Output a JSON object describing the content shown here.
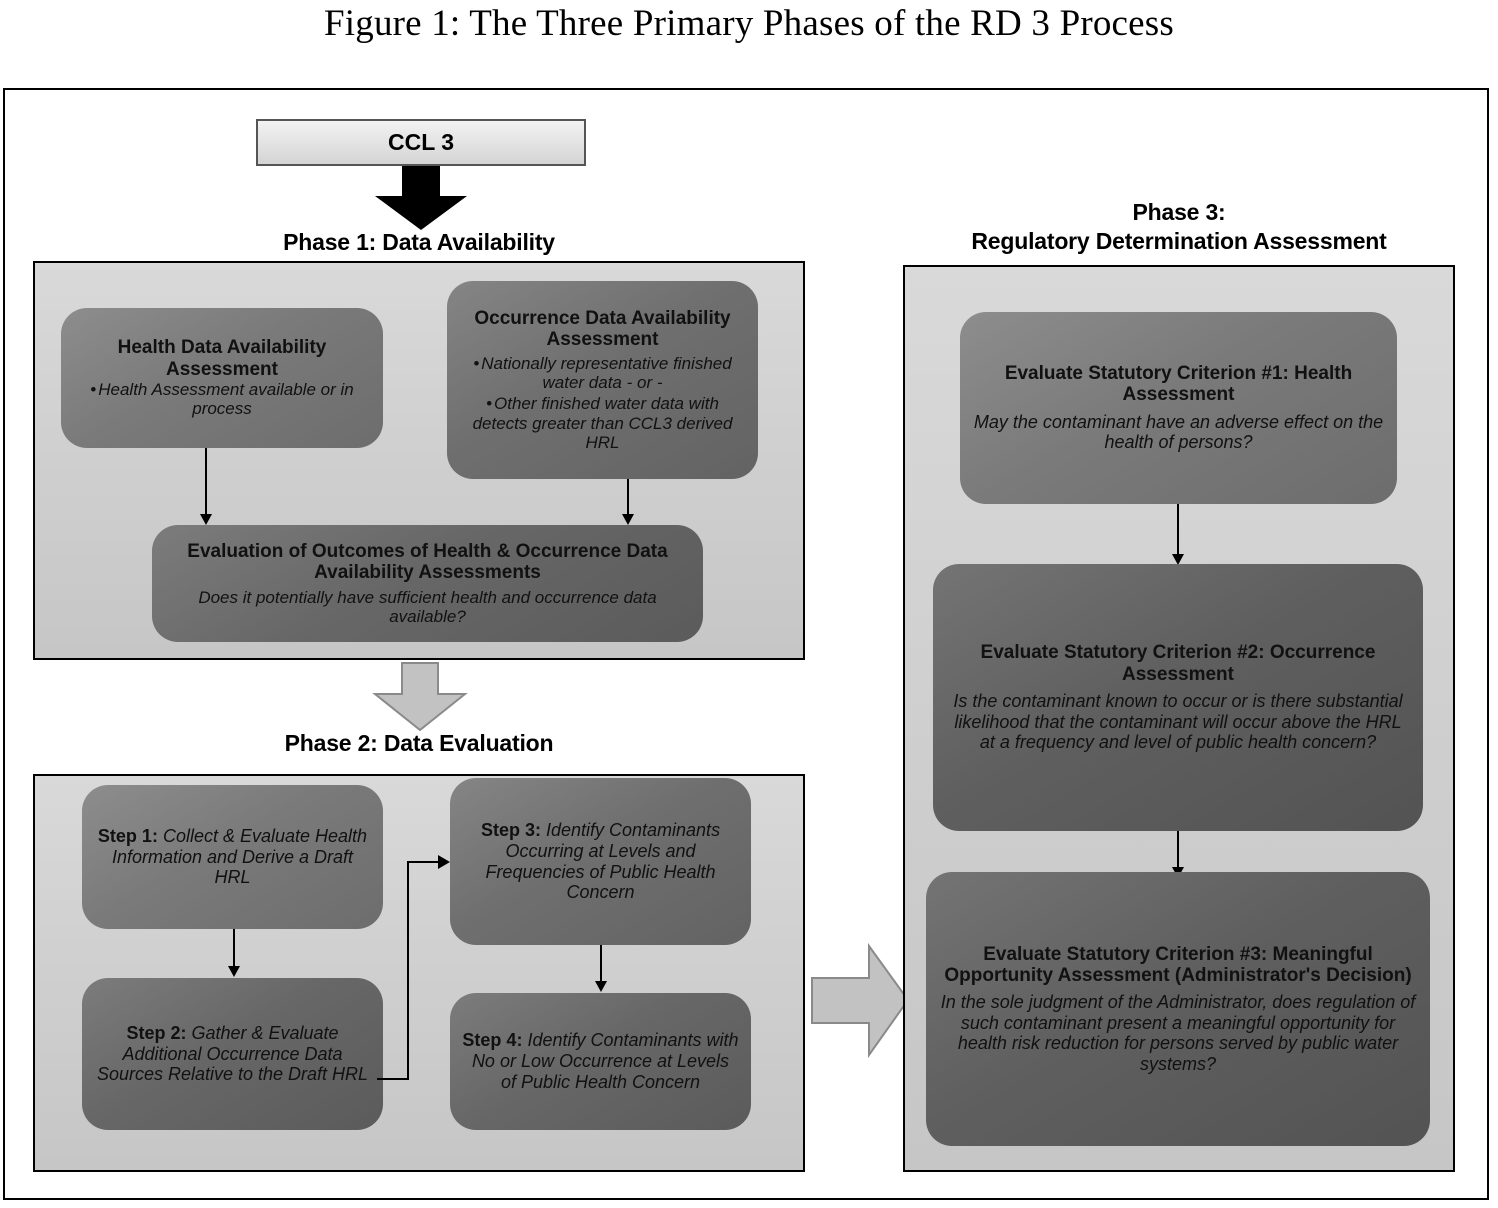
{
  "figure": {
    "title": "Figure 1: The Three Primary Phases of the RD 3 Process"
  },
  "start_node": {
    "label": "CCL 3"
  },
  "phases": [
    {
      "id": "phase1",
      "caption": "Phase 1: Data Availability",
      "nodes": [
        {
          "id": "health-data-availability",
          "heading": "Health Data Availability Assessment",
          "bullets": [
            "Health Assessment available or in process"
          ]
        },
        {
          "id": "occurrence-data-availability",
          "heading": "Occurrence Data Availability Assessment",
          "bullets": [
            "Nationally representative finished water data - or -",
            "Other finished water data with detects greater than CCL3 derived HRL"
          ]
        },
        {
          "id": "evaluation-of-outcomes",
          "heading": "Evaluation of Outcomes of Health & Occurrence Data Availability Assessments",
          "body": "Does it potentially have sufficient health and occurrence data available?"
        }
      ]
    },
    {
      "id": "phase2",
      "caption": "Phase 2: Data Evaluation",
      "nodes": [
        {
          "id": "step-1",
          "heading": "Step 1:",
          "body": "Collect & Evaluate Health Information and Derive a Draft HRL"
        },
        {
          "id": "step-2",
          "heading": "Step 2:",
          "body": "Gather & Evaluate Additional Occurrence Data Sources Relative to the Draft HRL"
        },
        {
          "id": "step-3",
          "heading": "Step 3:",
          "body": "Identify Contaminants Occurring at Levels and Frequencies of Public Health Concern"
        },
        {
          "id": "step-4",
          "heading": "Step 4:",
          "body": "Identify Contaminants with No or Low Occurrence at Levels of Public Health Concern"
        }
      ]
    },
    {
      "id": "phase3",
      "caption_line1": "Phase 3:",
      "caption_line2": "Regulatory Determination Assessment",
      "nodes": [
        {
          "id": "criterion-1",
          "heading": "Evaluate Statutory Criterion #1: Health Assessment",
          "body": "May the contaminant have an adverse effect on the health of persons?"
        },
        {
          "id": "criterion-2",
          "heading": "Evaluate Statutory Criterion #2: Occurrence Assessment",
          "body": "Is the contaminant known to occur or is there substantial likelihood that the contaminant will occur above the HRL at a frequency and level of public health concern?"
        },
        {
          "id": "criterion-3",
          "heading": "Evaluate Statutory Criterion #3: Meaningful Opportunity Assessment (Administrator's Decision)",
          "body": "In the sole judgment of the Administrator, does regulation of such contaminant present a meaningful opportunity for health risk reduction for persons served by public water systems?"
        }
      ]
    }
  ],
  "colors": {
    "frame_border": "#000000",
    "phase_fill": "#cfcfcf",
    "node_fill_light": "#8d8d8d",
    "node_fill_dark": "#535353",
    "arrow_black": "#000000",
    "arrow_grey": "#bfbfbf"
  }
}
